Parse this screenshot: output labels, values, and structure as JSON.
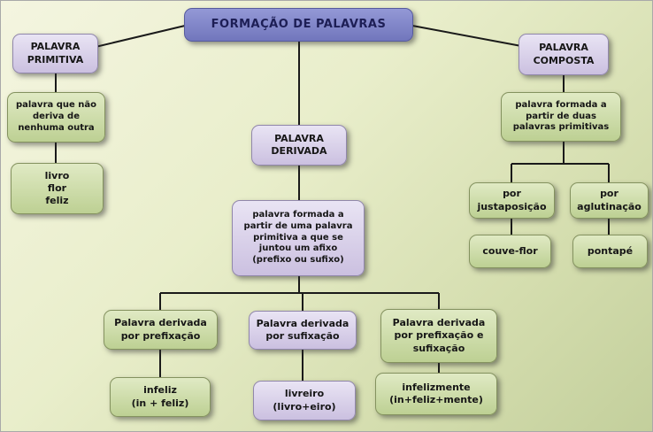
{
  "title": "FORMAÇÃO DE PALAVRAS",
  "colors": {
    "title_box": "#8287c9",
    "lavender_box": "#d6cde6",
    "green_box": "#c9d8a2",
    "background": "#e3e9c4",
    "connector_line": "#1a1a1a"
  },
  "primitiva": {
    "heading": "PALAVRA\nPRIMITIVA",
    "definition": "palavra que não\nderiva de\nnenhuma outra",
    "examples": "livro\nflor\nfeliz"
  },
  "derivada": {
    "heading": "PALAVRA\nDERIVADA",
    "definition": "palavra formada a\npartir de uma palavra\nprimitiva a que se\njuntou um afixo\n(prefixo ou sufixo)",
    "children": [
      {
        "label": "Palavra derivada\npor prefixação",
        "example": "infeliz\n(in + feliz)"
      },
      {
        "label": "Palavra derivada\npor sufixação",
        "example": "livreiro\n(livro+eiro)"
      },
      {
        "label": "Palavra derivada\npor prefixação e\nsufixação",
        "example": "infelizmente\n(in+feliz+mente)"
      }
    ]
  },
  "composta": {
    "heading": "PALAVRA\nCOMPOSTA",
    "definition": "palavra formada a\npartir de duas\npalavras primitivas",
    "children": [
      {
        "label": "por\njustaposição",
        "example": "couve-flor"
      },
      {
        "label": "por\naglutinação",
        "example": "pontapé"
      }
    ]
  }
}
